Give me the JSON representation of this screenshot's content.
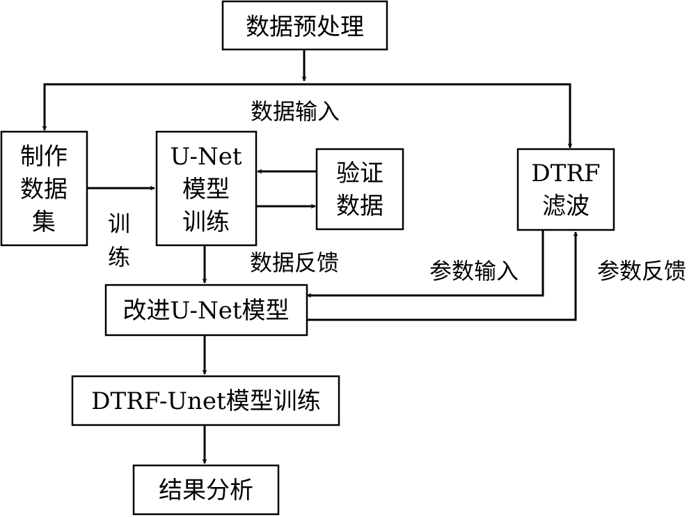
{
  "nodes": {
    "preprocess": "数据预处理",
    "make_dataset": [
      "制作",
      "数据",
      "集"
    ],
    "unet_train": [
      "U-Net",
      "模型",
      "训练"
    ],
    "validation": [
      "验证",
      "数据"
    ],
    "dtrf_filter": [
      "DTRF",
      "滤波"
    ],
    "improve_unet": "改进U-Net模型",
    "dtrf_unet_train": "DTRF-Unet模型训练",
    "result_analysis": "结果分析"
  },
  "edge_labels": {
    "data_input": "数据输入",
    "train": [
      "训",
      "练"
    ],
    "data_feedback": "数据反馈",
    "param_input": "参数输入",
    "param_feedback": "参数反馈"
  }
}
